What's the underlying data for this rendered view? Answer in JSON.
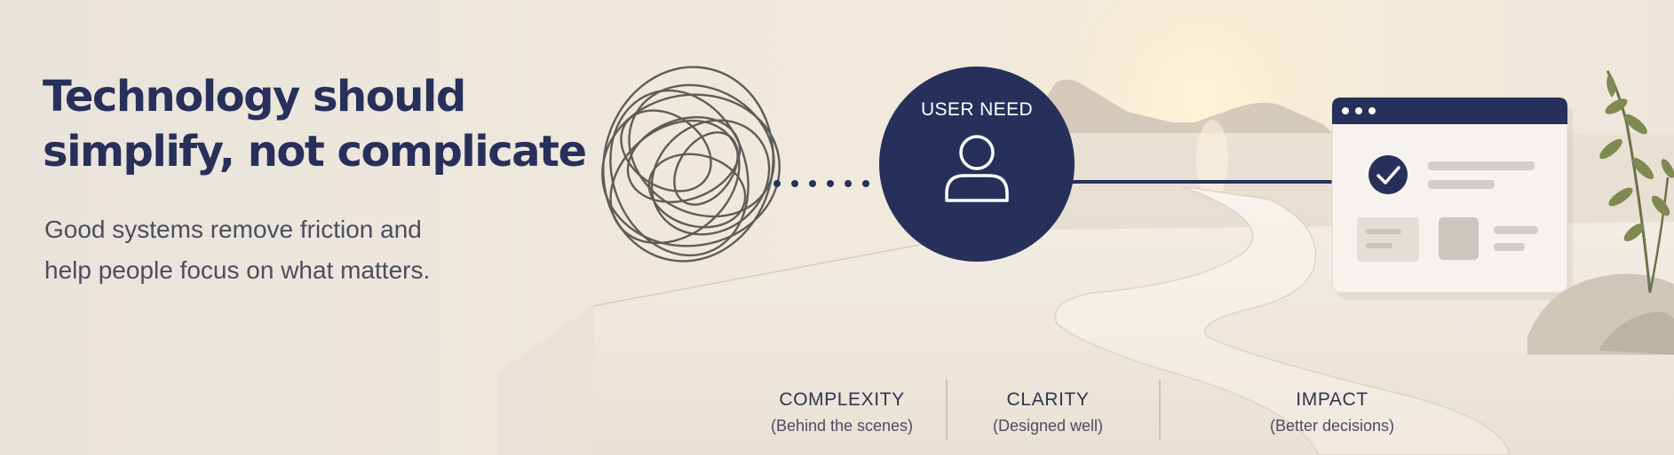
{
  "headline": "Technology should\nsimplify, not complicate",
  "subtitle": "Good systems remove friction and\nhelp people focus on what matters.",
  "hub": {
    "label": "USER NEED",
    "icon": "user-icon"
  },
  "stages": [
    {
      "title": "COMPLEXITY",
      "subtitle": "(Behind the scenes)"
    },
    {
      "title": "CLARITY",
      "subtitle": "(Designed well)"
    },
    {
      "title": "IMPACT",
      "subtitle": "(Better decisions)"
    }
  ],
  "icons": {
    "tangle": "tangled-lines-icon",
    "hub": "user-icon",
    "check": "checkmark-icon",
    "plant": "plant-icon"
  },
  "colors": {
    "navy": "#27305a",
    "background": "#efe9df",
    "sun": "#fff3cf",
    "path": "#f7f3ec"
  }
}
